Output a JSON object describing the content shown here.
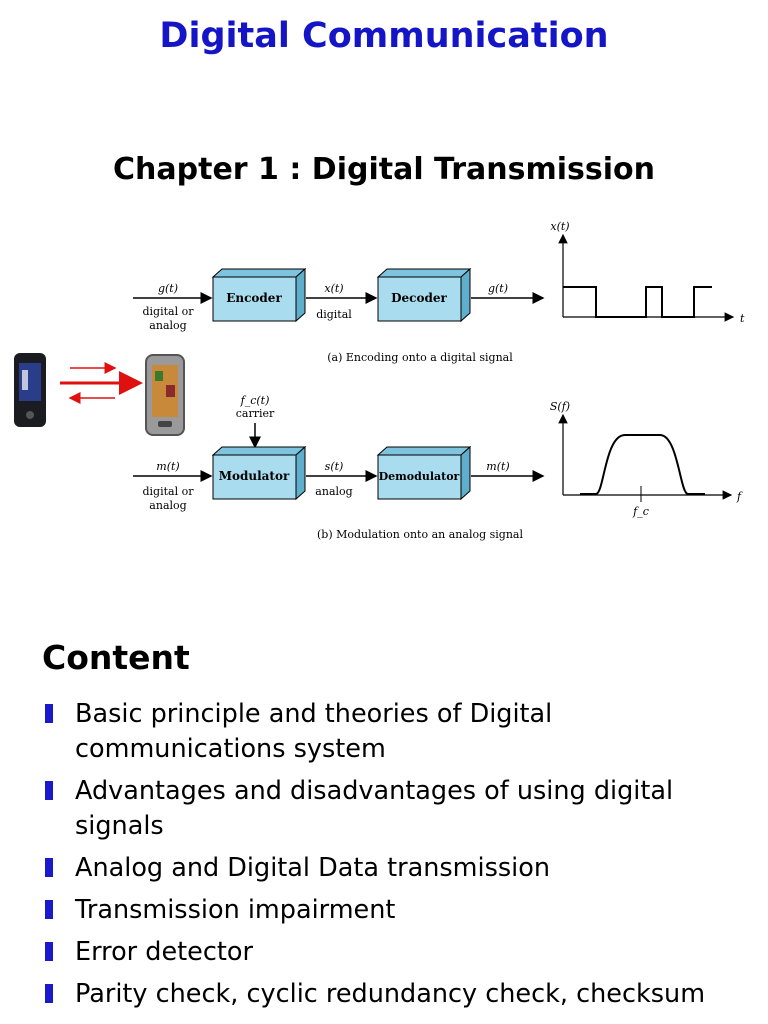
{
  "title": "Digital Communication",
  "subtitle": "Chapter 1 : Digital Transmission",
  "diagram": {
    "encoding": {
      "input_label": "g(t)",
      "input_desc_1": "digital or",
      "input_desc_2": "analog",
      "encoder": "Encoder",
      "mid_label": "x(t)",
      "mid_desc": "digital",
      "decoder": "Decoder",
      "output_label": "g(t)",
      "caption": "(a) Encoding onto a digital signal",
      "plot_y": "x(t)",
      "plot_x": "t"
    },
    "modulation": {
      "carrier_label": "f_c(t)",
      "carrier_desc": "carrier",
      "input_label": "m(t)",
      "input_desc_1": "digital or",
      "input_desc_2": "analog",
      "modulator": "Modulator",
      "mid_label": "s(t)",
      "mid_desc": "analog",
      "demodulator": "Demodulator",
      "output_label": "m(t)",
      "caption": "(b) Modulation onto an analog signal",
      "plot_y": "S(f)",
      "plot_x": "f",
      "plot_tick": "f_c"
    }
  },
  "content": {
    "heading": "Content",
    "items": [
      "Basic principle and theories of Digital communications system",
      "Advantages and disadvantages of using digital signals",
      "Analog and Digital Data transmission",
      "Transmission impairment",
      "Error detector",
      "Parity check, cyclic redundancy check, checksum"
    ]
  },
  "colors": {
    "title": "#1515c8",
    "bullet": "#1a1acc",
    "box": "#a8dcee",
    "arrow_red": "#e01010"
  }
}
